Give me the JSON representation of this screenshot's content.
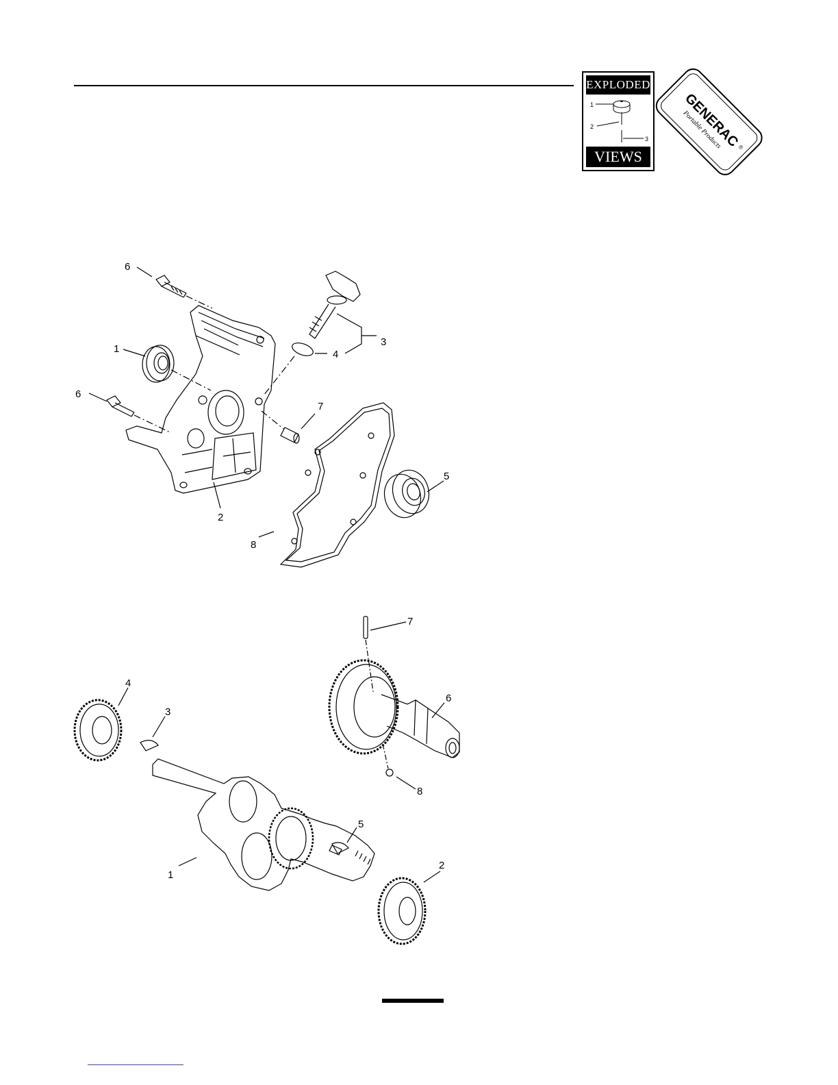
{
  "header": {
    "logo_exploded": {
      "top_text": "EXPLODED",
      "bottom_text": "VIEWS",
      "sample_callouts": [
        "1",
        "2",
        "3"
      ]
    },
    "logo_brand": {
      "name": "GENERAC",
      "tagline": "Portable Products",
      "mark": "®"
    }
  },
  "figures": [
    {
      "id": "crankcase-cover",
      "callouts": {
        "c1": "1",
        "c2": "2",
        "c3": "3",
        "c4": "4",
        "c5": "5",
        "c6a": "6",
        "c6b": "6",
        "c7": "7",
        "c8": "8"
      }
    },
    {
      "id": "crankshaft-camshaft",
      "callouts": {
        "c1": "1",
        "c2": "2",
        "c3": "3",
        "c4": "4",
        "c5": "5",
        "c6": "6",
        "c7": "7",
        "c8": "8"
      }
    }
  ],
  "colors": {
    "ink": "#000000",
    "paper": "#ffffff",
    "link": "#3344cc"
  }
}
